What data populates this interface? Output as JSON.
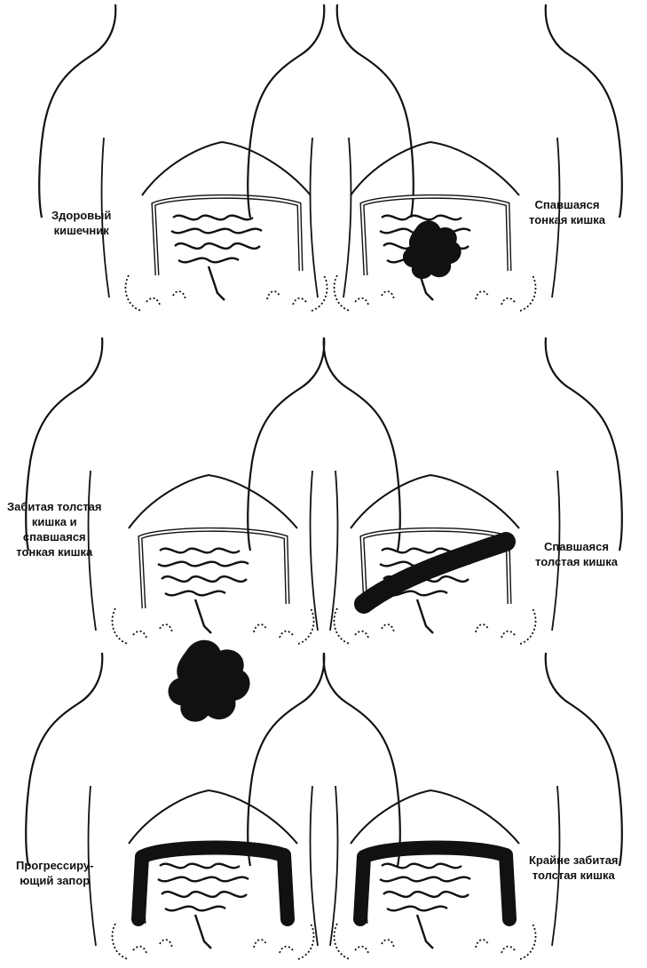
{
  "panels": [
    {
      "id": "healthy",
      "label_lines": [
        "Здоровый",
        "кишечник"
      ]
    },
    {
      "id": "collapsed-small",
      "label_lines": [
        "Спавшаяся",
        "тонкая кишка"
      ]
    },
    {
      "id": "clogged-large-collapsed-small",
      "label_lines": [
        "Забитая толстая",
        "кишка и",
        "спавшаяся",
        "тонкая кишка"
      ]
    },
    {
      "id": "collapsed-large",
      "label_lines": [
        "Спавшаяся",
        "толстая кишка"
      ]
    },
    {
      "id": "progressive",
      "label_lines": [
        "Прогрессиру-",
        "ющий запор"
      ]
    },
    {
      "id": "severely-clogged",
      "label_lines": [
        "Крайне забитая",
        "толстая кишка"
      ]
    }
  ],
  "colors": {
    "ink": "#111111",
    "background": "#ffffff"
  }
}
